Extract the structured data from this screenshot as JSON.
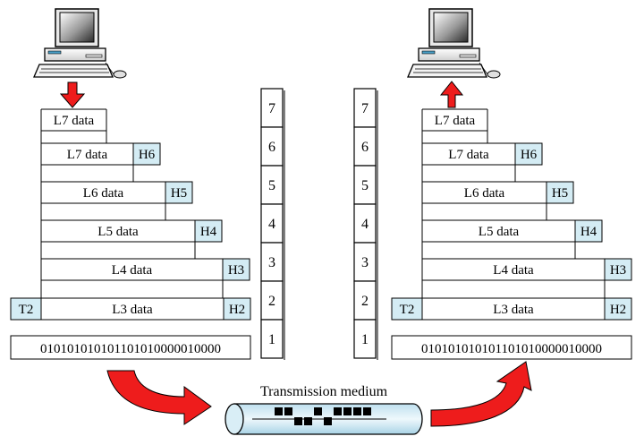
{
  "colors": {
    "header_fill": "#d4ecf4",
    "arrow_red": "#ee1c1c",
    "line": "#000000",
    "screen": "#a8a8a8",
    "computer_body": "#f2f2f2"
  },
  "icons": {
    "sender": "desktop-computer-icon",
    "receiver": "desktop-computer-icon"
  },
  "sender": {
    "rows": [
      {
        "data": "L7 data",
        "header": "",
        "trailer": ""
      },
      {
        "data": "L7 data",
        "header": "H6",
        "trailer": ""
      },
      {
        "data": "L6 data",
        "header": "H5",
        "trailer": ""
      },
      {
        "data": "L5 data",
        "header": "H4",
        "trailer": ""
      },
      {
        "data": "L4 data",
        "header": "H3",
        "trailer": ""
      },
      {
        "data": "L3 data",
        "header": "H2",
        "trailer": "T2"
      }
    ],
    "bits": "010101010101101010000010000"
  },
  "receiver": {
    "rows": [
      {
        "data": "L7 data",
        "header": "",
        "trailer": ""
      },
      {
        "data": "L7 data",
        "header": "H6",
        "trailer": ""
      },
      {
        "data": "L6 data",
        "header": "H5",
        "trailer": ""
      },
      {
        "data": "L5 data",
        "header": "H4",
        "trailer": ""
      },
      {
        "data": "L4 data",
        "header": "H3",
        "trailer": ""
      },
      {
        "data": "L3 data",
        "header": "H2",
        "trailer": "T2"
      }
    ],
    "bits": "010101010101101010000010000"
  },
  "layers": [
    "7",
    "6",
    "5",
    "4",
    "3",
    "2",
    "1"
  ],
  "medium_label": "Transmission medium"
}
